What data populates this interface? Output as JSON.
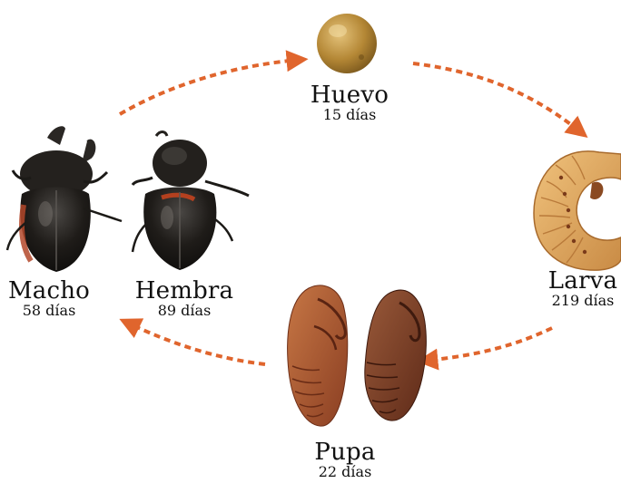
{
  "colors": {
    "arrow": "#e0652d",
    "egg": "#b48735",
    "larva": "#d8a35a",
    "pupa": "#9a4f2d",
    "beetle": "#1d1a17"
  },
  "stages": {
    "huevo": {
      "name": "Huevo",
      "duration": "15 días"
    },
    "larva": {
      "name": "Larva",
      "duration": "219 días"
    },
    "pupa": {
      "name": "Pupa",
      "duration": "22 días"
    },
    "macho": {
      "name": "Macho",
      "duration": "58 días"
    },
    "hembra": {
      "name": "Hembra",
      "duration": "89 días"
    }
  }
}
